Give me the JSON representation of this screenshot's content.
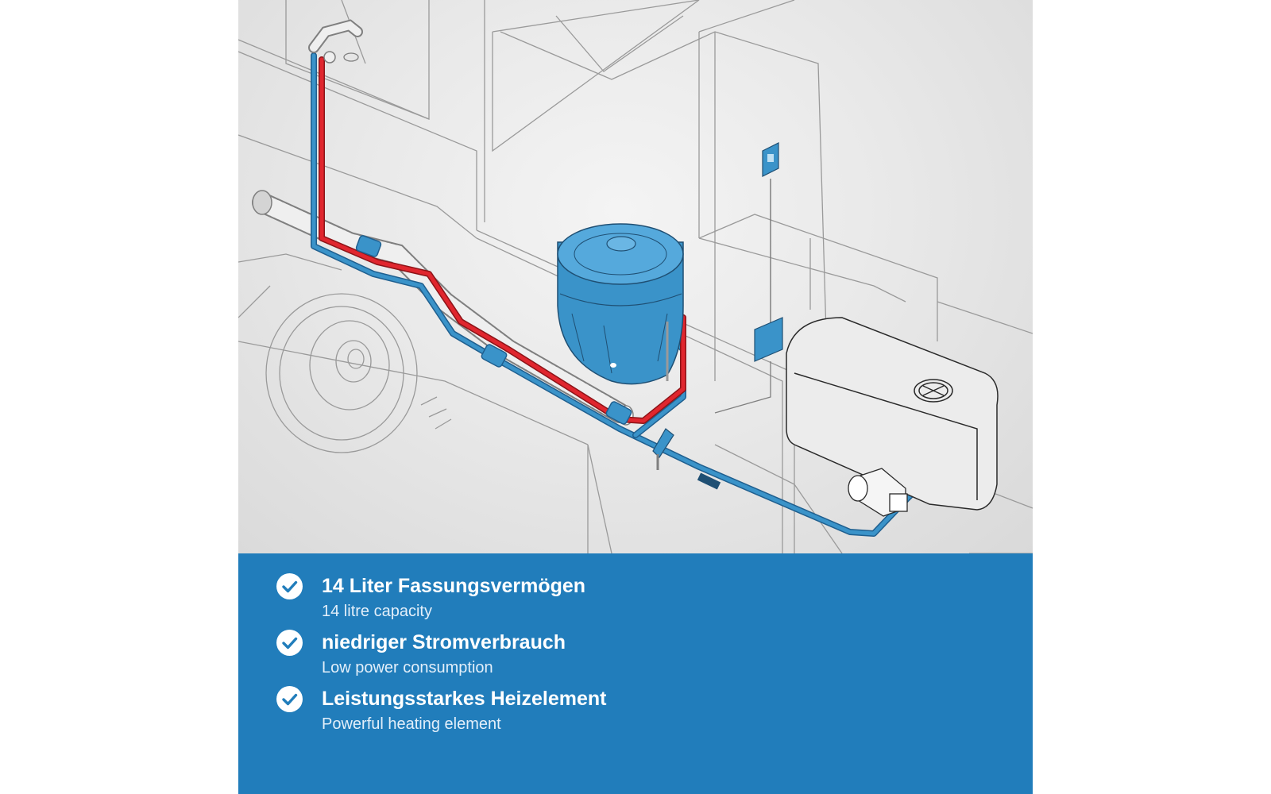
{
  "illustration": {
    "subject": "caravan-water-heater-installation",
    "colors": {
      "background": "#e6e6e6",
      "line_art": "#8a8a8a",
      "hot_pipe": "#e0262e",
      "cold_pipe": "#3a93c9",
      "boiler": "#4aa2d6"
    }
  },
  "features_panel": {
    "background": "#217dbb",
    "items": [
      {
        "title": "14 Liter Fassungsvermögen",
        "subtitle": "14 litre capacity",
        "icon": "check-circle-icon"
      },
      {
        "title": "niedriger Stromverbrauch",
        "subtitle": "Low power consumption",
        "icon": "check-circle-icon"
      },
      {
        "title": "Leistungsstarkes Heizelement",
        "subtitle": "Powerful heating element",
        "icon": "check-circle-icon"
      }
    ]
  }
}
